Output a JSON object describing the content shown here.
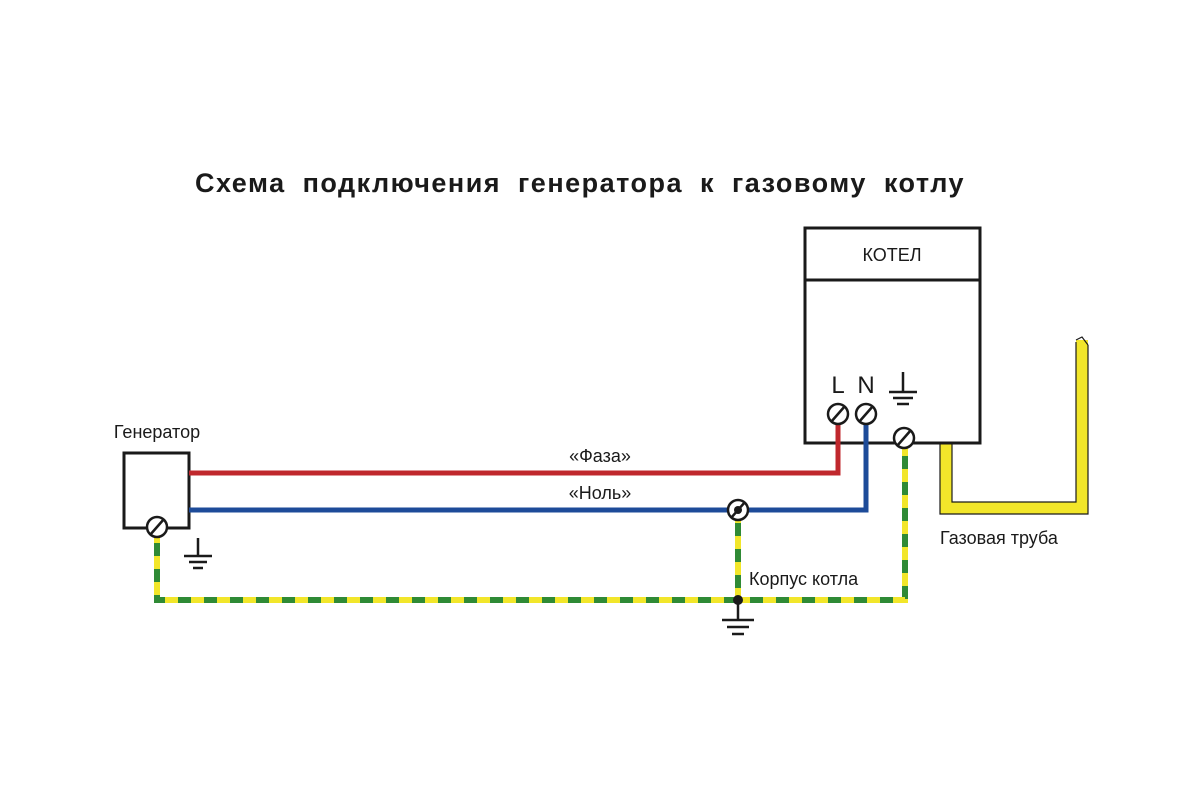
{
  "title": "Схема подключения генератора к газовому котлу",
  "labels": {
    "generator": "Генератор",
    "boiler": "КОТЕЛ",
    "phase": "«Фаза»",
    "neutral": "«Ноль»",
    "terminal_l": "L",
    "terminal_n": "N",
    "gas_pipe": "Газовая труба",
    "boiler_body": "Корпус котла"
  },
  "colors": {
    "phase_wire": "#c0282d",
    "neutral_wire": "#1d4b99",
    "ground_wire_primary": "#2f8a35",
    "ground_wire_stripe": "#f2e62a",
    "gas_pipe": "#f2e62a"
  }
}
